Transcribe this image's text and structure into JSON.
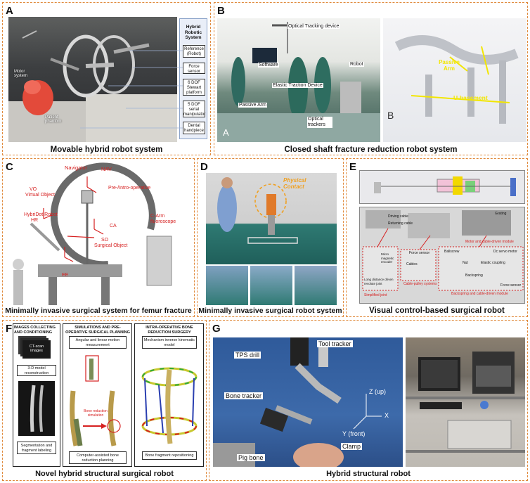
{
  "panels": {
    "a": {
      "letter": "A",
      "caption": "Movable hybrid robot system",
      "legend_title": "Hybrid Robotic System",
      "legend_items": [
        "Reference (Robot)",
        "Force sensor",
        "6 DOF Stewart platform",
        "5 DOF serial manipulator",
        "Dental handpiece"
      ],
      "motor_label": "Motor system",
      "phantom_label": "Patient phantom"
    },
    "b": {
      "letter": "B",
      "caption": "Closed shaft fracture reduction robot system",
      "optical_tracking": "Optical Tracking device",
      "software": "Software",
      "robot": "Robot",
      "elastic": "Elastic Traction Device",
      "passive_arm": "Passive Arm",
      "optical_trackers": "Optical trackers",
      "sub_a": "A",
      "sub_b": "B",
      "passive_arm2": "Passive Arm",
      "ubasement": "U-basement"
    },
    "c": {
      "letter": "C",
      "caption": "Minimally invasive surgical system for femur fracture",
      "navigator": "Navigator",
      "nav": "NAV",
      "vo": "VO",
      "virtual_object": "Virtual Object",
      "pre_intra": "Pre-/Intro-operative",
      "hybridot": "HybriDot Robot",
      "hr": "HR",
      "ca": "CA",
      "carm": "C-Arm fluoroscope",
      "so": "SO",
      "surgical_object": "Surgical Object",
      "ee": "EE"
    },
    "d": {
      "letter": "D",
      "caption": "Minimally invasive surgical robot system",
      "physical_contact": "Physical Contact"
    },
    "e": {
      "letter": "E",
      "caption": "Visual control-based surgical robot",
      "driving_cable": "Driving cable",
      "returning_cable": "Returning cable",
      "grating": "Grating",
      "micro_encoder": "Micro magnetic encoder",
      "long_distance": "Long distance driven revolute joint",
      "simplified_joint": "Simplified joint",
      "cables": "Cables",
      "force_sensor": "Force sensor",
      "motor_module": "Motor and cable-driven module",
      "dc_servo": "Dc servo motor",
      "ballscrew": "Ballscrew",
      "nut": "Nut",
      "elastic_coupling": "Elastic coupling",
      "backspring": "Backspring",
      "backspring_module": "Backspring and cable-driven module",
      "cable_pulley": "Cable-pulley systems"
    },
    "f": {
      "letter": "F",
      "caption": "Novel hybrid structural surgical robot",
      "col1_header": "IMAGES COLLECTING AND CONDITIONING",
      "col2_header": "SIMULATIONS AND PRE-OPERATIVE SURGICAL PLANNING",
      "col3_header": "INTRA-OPERATIVE BONE REDUCTION SURGERY",
      "ct_scan": "CT-scan images",
      "model_3d": "3-D model reconstruction",
      "segmentation": "Segmentation and fragment labeling",
      "angular": "Angular and linear motion measurement",
      "bone_sim": "Bone reduction simulation",
      "computer_assisted": "Computer-assisted bone reduction planning",
      "mechanism": "Mechanism inverse kinematic model",
      "repositioning": "Bone fragment repositioning"
    },
    "g": {
      "letter": "G",
      "caption": "Hybrid structural robot",
      "tps_drill": "TPS drill",
      "tool_tracker": "Tool tracker",
      "bone_tracker": "Bone tracker",
      "z_up": "Z (up)",
      "x": "X",
      "y_front": "Y (front)",
      "clamp": "Clamp",
      "pig_bone": "Pig bone"
    }
  },
  "colors": {
    "border": "#e08a3c",
    "annotation_red": "#d62020",
    "annotation_yellow": "#f2e600",
    "contact_orange": "#f0a020"
  }
}
